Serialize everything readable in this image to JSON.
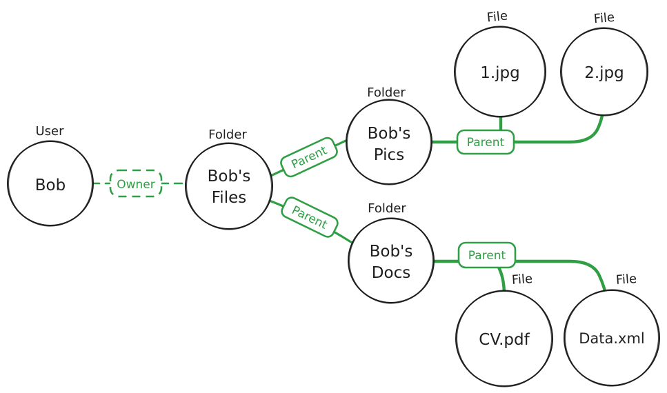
{
  "diagram": {
    "type": "graph",
    "colors": {
      "ink": "#1e1e1e",
      "relation_green": "#2f9e44",
      "background": "#ffffff"
    },
    "nodes": [
      {
        "id": "bob",
        "entity_label": "User",
        "name": "Bob",
        "name_lines": [
          "Bob"
        ]
      },
      {
        "id": "bobs-files",
        "entity_label": "Folder",
        "name": "Bob's Files",
        "name_lines": [
          "Bob's",
          "Files"
        ]
      },
      {
        "id": "bobs-pics",
        "entity_label": "Folder",
        "name": "Bob's Pics",
        "name_lines": [
          "Bob's",
          "Pics"
        ]
      },
      {
        "id": "file-1jpg",
        "entity_label": "File",
        "name": "1.jpg",
        "name_lines": [
          "1.jpg"
        ]
      },
      {
        "id": "file-2jpg",
        "entity_label": "File",
        "name": "2.jpg",
        "name_lines": [
          "2.jpg"
        ]
      },
      {
        "id": "bobs-docs",
        "entity_label": "Folder",
        "name": "Bob's Docs",
        "name_lines": [
          "Bob's",
          "Docs"
        ]
      },
      {
        "id": "cv-pdf",
        "entity_label": "File",
        "name": "CV.pdf",
        "name_lines": [
          "CV.pdf"
        ]
      },
      {
        "id": "data-xml",
        "entity_label": "File",
        "name": "Data.xml",
        "name_lines": [
          "Data.xml"
        ]
      }
    ],
    "relationships": [
      {
        "label": "Owner",
        "from": "Bob",
        "to": "Bob's Files",
        "style": "dashed"
      },
      {
        "label": "Parent",
        "from": "Bob's Files",
        "to": "Bob's Pics",
        "style": "solid"
      },
      {
        "label": "Parent",
        "from": "Bob's Files",
        "to": "Bob's Docs",
        "style": "solid"
      },
      {
        "label": "Parent",
        "from": "Bob's Pics",
        "to": "1.jpg, 2.jpg",
        "style": "solid"
      },
      {
        "label": "Parent",
        "from": "Bob's Docs",
        "to": "CV.pdf, Data.xml",
        "style": "solid"
      }
    ]
  }
}
